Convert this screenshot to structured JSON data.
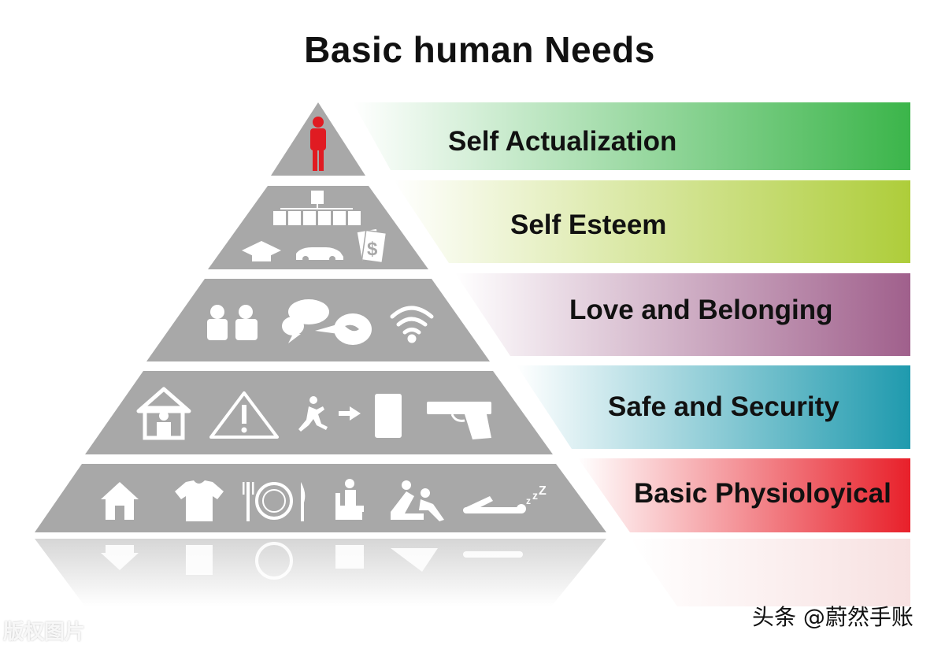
{
  "title": "Basic human Needs",
  "levels": [
    {
      "label": "Self Actualization",
      "color": "#3bb54a"
    },
    {
      "label": "Self Esteem",
      "color": "#aecd3a"
    },
    {
      "label": "Love and Belonging",
      "color": "#a0608c"
    },
    {
      "label": "Safe and Security",
      "color": "#1f9aae"
    },
    {
      "label": "Basic Physioloyical",
      "color": "#e8202a"
    }
  ],
  "icon_names": {
    "top": [
      "person-icon"
    ],
    "esteem": [
      "org-chart-icon",
      "graduation-cap-icon",
      "car-icon",
      "money-icon"
    ],
    "love": [
      "couple-icon",
      "chat-bubbles-icon",
      "bird-icon",
      "wifi-icon"
    ],
    "safety": [
      "guard-house-icon",
      "warning-icon",
      "escape-icon",
      "handgun-icon"
    ],
    "basic": [
      "house-icon",
      "tshirt-icon",
      "meal-icon",
      "toilet-icon",
      "intimacy-icon",
      "sleep-icon"
    ]
  },
  "watermarks": {
    "left": "版权图片",
    "right": "头条 @蔚然手账"
  }
}
